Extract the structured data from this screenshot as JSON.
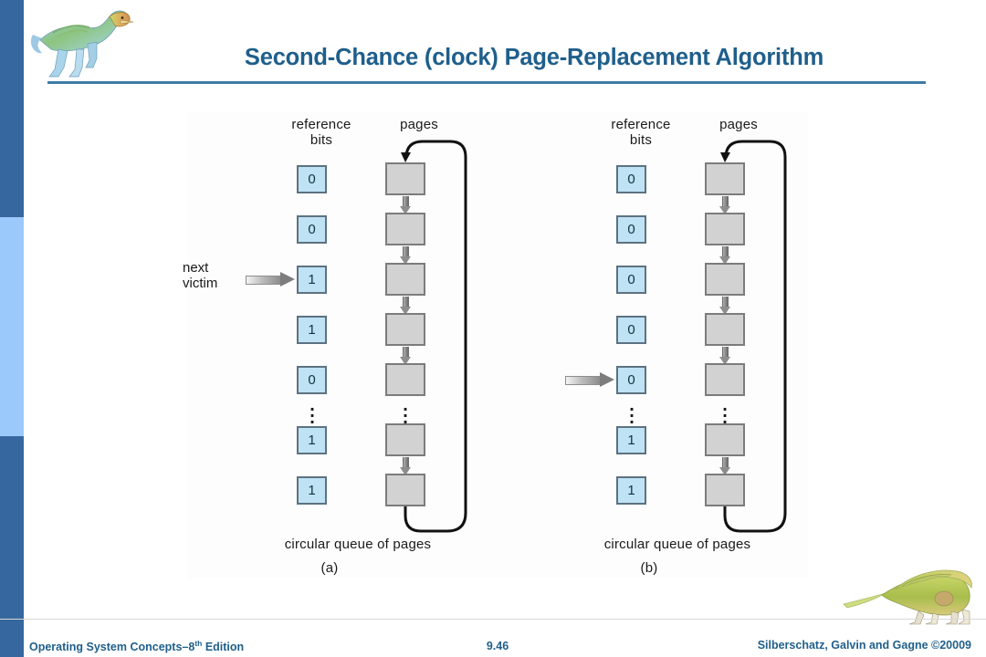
{
  "slide": {
    "title": "Second-Chance (clock) Page-Replacement Algorithm",
    "title_color": "#1f5f8b",
    "rule_color": "#3f7ba5",
    "background": "#ffffff"
  },
  "sidebar": {
    "bands": [
      {
        "name": "band-top",
        "color": "#36679e"
      },
      {
        "name": "band-middle",
        "color": "#9cc9fb"
      },
      {
        "name": "band-bottom",
        "color": "#36679e"
      }
    ]
  },
  "decorations": {
    "header_icon": "dinosaur-icon",
    "footer_icon": "dinosaur-icon"
  },
  "figure": {
    "panels": [
      {
        "id": "a",
        "letter": "(a)",
        "headers": {
          "reference_bits_line1": "reference",
          "reference_bits_line2": "bits",
          "pages": "pages"
        },
        "caption": "circular queue of pages",
        "reference_bits": [
          "0",
          "0",
          "1",
          "1",
          "0",
          "1",
          "1"
        ],
        "pointer": {
          "label_line1": "next",
          "label_line2": "victim",
          "at_index": 2
        },
        "ellipsis_after_index": 4,
        "page_count": 7,
        "colors": {
          "bit_fill": "#bfe3f5",
          "bit_border": "#5c7280",
          "page_fill": "#d2d2d2",
          "page_border": "#7c7c7c"
        }
      },
      {
        "id": "b",
        "letter": "(b)",
        "headers": {
          "reference_bits_line1": "reference",
          "reference_bits_line2": "bits",
          "pages": "pages"
        },
        "caption": "circular queue of pages",
        "reference_bits": [
          "0",
          "0",
          "0",
          "0",
          "0",
          "1",
          "1"
        ],
        "pointer": {
          "label_line1": "",
          "label_line2": "",
          "at_index": 4
        },
        "ellipsis_after_index": 4,
        "page_count": 7,
        "colors": {
          "bit_fill": "#bfe3f5",
          "bit_border": "#5c7280",
          "page_fill": "#d2d2d2",
          "page_border": "#7c7c7c"
        }
      }
    ]
  },
  "footer": {
    "left_main": "Operating System Concepts–8",
    "left_sup": "th",
    "left_tail": " Edition",
    "page_number": "9.46",
    "right": "Silberschatz, Galvin and Gagne ©20009",
    "color": "#1f5f8b"
  }
}
